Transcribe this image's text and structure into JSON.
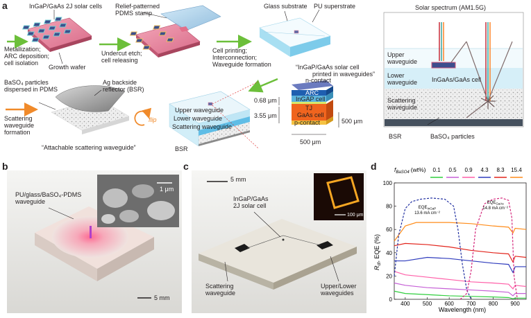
{
  "panel_letters": {
    "a": "a",
    "b": "b",
    "c": "c",
    "d": "d"
  },
  "panel_a": {
    "wafer_label": "InGaP/GaAs 2J solar cells",
    "growth_wafer": "Growth wafer",
    "step1_text": [
      "Metallization;",
      "ARC deposition;",
      "cell isolation"
    ],
    "stamp_label": [
      "Relief-patterned",
      "PDMS stamp"
    ],
    "step2_text": [
      "Undercut etch;",
      "cell releasing"
    ],
    "glass_label": "Glass substrate",
    "pu_label": "PU superstrate",
    "step3_text": [
      "Cell printing;",
      "Interconnection;",
      "Waveguide formation"
    ],
    "printed_caption": [
      "“InGaP/GaAs solar cell",
      "printed in waveguides”"
    ],
    "baso4_label": [
      "BaSO₄ particles",
      "dispersed in PDMS"
    ],
    "ag_label": [
      "Ag backside",
      "reflector (BSR)"
    ],
    "scatter_formation": [
      "Scattering",
      "waveguide",
      "formation"
    ],
    "attachable_caption": "“Attachable scattering waveguide”",
    "flip_label": "flip",
    "stack_labels": {
      "upper": "Upper waveguide",
      "lower": "Lower waveguide",
      "scattering": "Scattering waveguide"
    },
    "bsr_label": "BSR",
    "cell_layers": {
      "n_contact": "n-contact",
      "arc": "ARC",
      "ingap": "InGAP cell",
      "tj": "TJ",
      "gaas": "GaAs cell",
      "p_contact": "p-contact"
    },
    "dims": {
      "d1": "0.68 μm",
      "d2": "3.55 μm",
      "w": "500 μm",
      "h": "500 μm"
    },
    "schematic": {
      "solar": "Solar spectrum (AM1.5G)",
      "upper": "Upper",
      "waveguide1": "waveguide",
      "lower": "Lower",
      "waveguide2": "waveguide",
      "cell": "InGaAs/GaAs cell",
      "scattering": "Scattering",
      "waveguide3": "waveguide",
      "bsr": "BSR",
      "particles": "BaSO₄ particles"
    }
  },
  "panel_b": {
    "label": [
      "PU/glass/BaSO₄-PDMS",
      "waveguide"
    ],
    "sem_scale": "1 μm",
    "scale": "5 mm"
  },
  "panel_c": {
    "scale": "5 mm",
    "cell_label": [
      "InGaP/GaAs",
      "2J solar cell"
    ],
    "inset_scale": "100 μm",
    "scatter_label": [
      "Scattering",
      "waveguide"
    ],
    "upper_lower_label": [
      "Upper/Lower",
      "waveguides"
    ]
  },
  "chart_data": {
    "type": "line",
    "legend_title": "f",
    "legend_title_sub": "BaSO4",
    "legend_unit": "(wt%)",
    "xlabel": "Wavelength (nm)",
    "ylabel": "R",
    "ylabel_sub": "df",
    "ylabel_rest": ", EQE (%)",
    "xlim": [
      350,
      950
    ],
    "ylim": [
      0,
      100
    ],
    "xticks": [
      400,
      500,
      600,
      700,
      800,
      900
    ],
    "yticks": [
      0,
      20,
      40,
      60,
      80,
      100
    ],
    "series": [
      {
        "name": "0.1",
        "color": "#2fce3d",
        "x": [
          350,
          400,
          500,
          600,
          700,
          800,
          870,
          890,
          900,
          950
        ],
        "y": [
          7,
          5,
          4,
          3,
          2.5,
          2,
          1.5,
          0.5,
          1,
          1
        ]
      },
      {
        "name": "0.5",
        "color": "#c55fd6",
        "x": [
          350,
          400,
          500,
          600,
          700,
          800,
          870,
          890,
          900,
          950
        ],
        "y": [
          14,
          12,
          10,
          9,
          8,
          7,
          6,
          3,
          5,
          5
        ]
      },
      {
        "name": "0.9",
        "color": "#ff5fa8",
        "x": [
          350,
          400,
          500,
          600,
          700,
          800,
          870,
          890,
          900,
          950
        ],
        "y": [
          24,
          21,
          19,
          17,
          15,
          14,
          13,
          9,
          12,
          11
        ]
      },
      {
        "name": "4.3",
        "color": "#2e3bbd",
        "x": [
          350,
          400,
          500,
          600,
          700,
          800,
          870,
          890,
          900,
          950
        ],
        "y": [
          33,
          33,
          36,
          35,
          33,
          31,
          30,
          23,
          28,
          28
        ]
      },
      {
        "name": "8.3",
        "color": "#e2231a",
        "x": [
          350,
          400,
          500,
          600,
          700,
          800,
          870,
          890,
          900,
          950
        ],
        "y": [
          46,
          48,
          47,
          45,
          42,
          40,
          39,
          32,
          37,
          36
        ]
      },
      {
        "name": "15.4",
        "color": "#ff8c1a",
        "x": [
          350,
          400,
          450,
          500,
          600,
          700,
          800,
          870,
          890,
          900,
          950
        ],
        "y": [
          50,
          63,
          66,
          66,
          66,
          65,
          63,
          62,
          57,
          61,
          60
        ]
      }
    ],
    "eqe": [
      {
        "name_main": "EQE",
        "name_sub": "InGaP",
        "jsc": "13.6 mA cm⁻²",
        "color": "#1f2ea0",
        "x": [
          350,
          370,
          400,
          430,
          470,
          520,
          580,
          620,
          640,
          660,
          680,
          700
        ],
        "y": [
          20,
          55,
          78,
          84,
          86,
          87,
          86,
          80,
          60,
          30,
          8,
          0
        ]
      },
      {
        "name_main": "EQE",
        "name_sub": "GaAs",
        "jsc": "14.8 mA cm⁻²",
        "color": "#d4247a",
        "x": [
          650,
          680,
          700,
          720,
          760,
          800,
          840,
          870,
          885,
          895,
          910
        ],
        "y": [
          0,
          5,
          25,
          60,
          82,
          86,
          87,
          85,
          70,
          20,
          0
        ]
      }
    ]
  }
}
